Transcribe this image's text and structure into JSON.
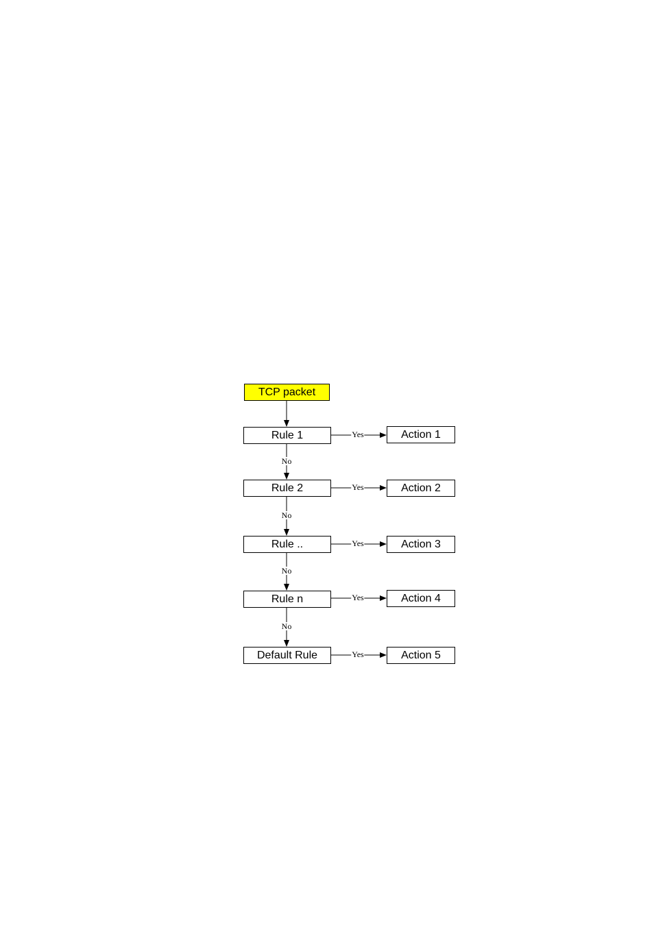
{
  "start": {
    "label": "TCP packet",
    "color": "#ffff00"
  },
  "rules": [
    {
      "label": "Rule 1",
      "action": "Action 1",
      "yes": "Yes",
      "no": "No"
    },
    {
      "label": "Rule 2",
      "action": "Action 2",
      "yes": "Yes",
      "no": "No"
    },
    {
      "label": "Rule ..",
      "action": "Action 3",
      "yes": "Yes",
      "no": "No"
    },
    {
      "label": "Rule n",
      "action": "Action 4",
      "yes": "Yes",
      "no": "No"
    },
    {
      "label": "Default Rule",
      "action": "Action 5",
      "yes": "Yes"
    }
  ]
}
